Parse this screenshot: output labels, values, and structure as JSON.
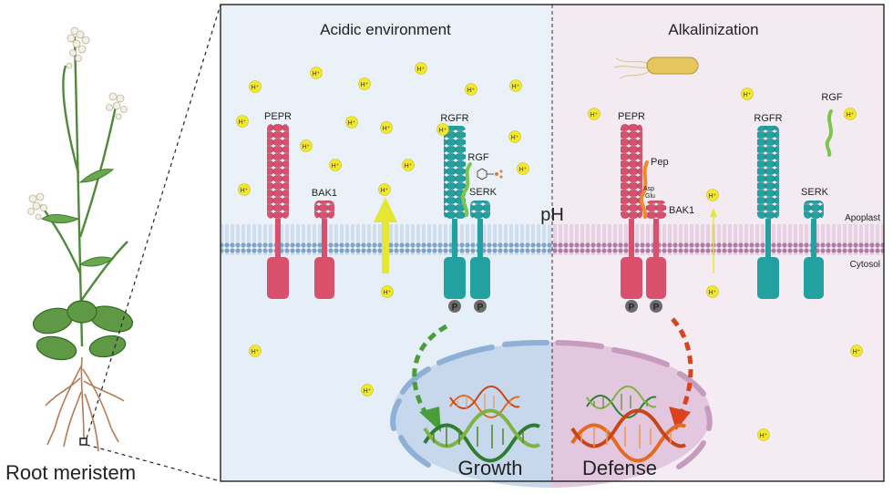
{
  "plant": {
    "caption": "Root meristem"
  },
  "panels": {
    "left": {
      "title": "Acidic environment",
      "result": "Growth"
    },
    "right": {
      "title": "Alkalinization",
      "result": "Defense"
    }
  },
  "center_label": "pH",
  "membrane": {
    "top_label": "Apoplast",
    "bottom_label": "Cytosol"
  },
  "proteins": {
    "pepr": "PEPR",
    "bak1": "BAK1",
    "rgfr": "RGFR",
    "serk": "SERK",
    "rgf": "RGF",
    "pep": "Pep",
    "asp": "Asp",
    "glu": "Glu"
  },
  "proton": "H⁺",
  "phospho": "P",
  "colors": {
    "pepr": "#d9506d",
    "rgfr": "#23a0a0",
    "acid_bg": "#eaf1f9",
    "alk_bg": "#f3eaf2",
    "membrane_left": "#7ea2c9",
    "membrane_right": "#b27aa6",
    "growth_arrow": "#4a9e3a",
    "defense_arrow": "#d9431f",
    "proton": "#f3e829"
  }
}
